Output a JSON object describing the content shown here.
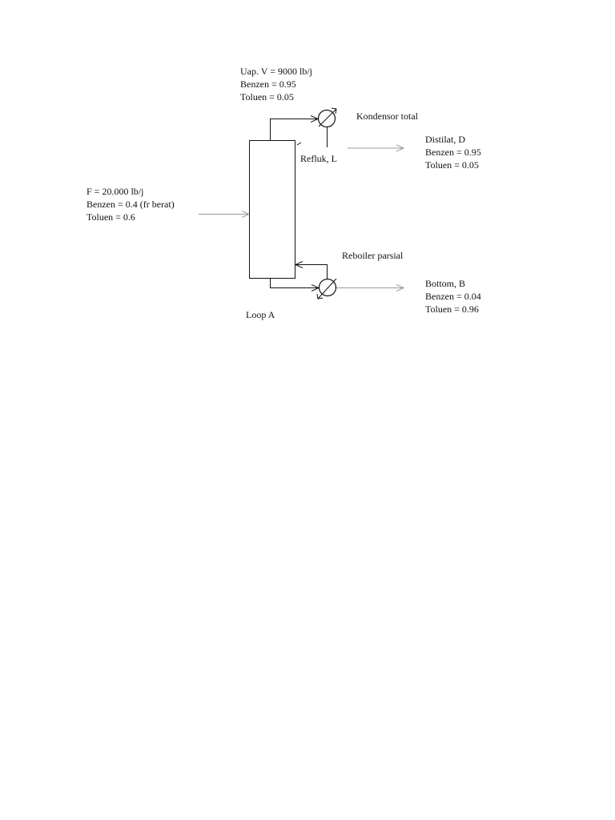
{
  "vapor_stream": {
    "flow": "Uap. V = 9000 lb/j",
    "benzene": "Benzen = 0.95",
    "toluene": "Toluen = 0.05"
  },
  "condenser": {
    "label": "Kondensor total"
  },
  "distillate_stream": {
    "name": "Distilat, D",
    "benzene": "Benzen = 0.95",
    "toluene": "Toluen = 0.05"
  },
  "reflux_stream": {
    "label": "Refluk, L"
  },
  "feed_stream": {
    "flow": "F = 20.000 lb/j",
    "benzene": "Benzen = 0.4 (fr berat)",
    "toluene": "Toluen = 0.6"
  },
  "reboiler": {
    "label": "Reboiler parsial"
  },
  "bottom_stream": {
    "name": "Bottom, B",
    "benzene": "Benzen = 0.04",
    "toluene": "Toluen = 0.96"
  },
  "loop": {
    "label": "Loop A"
  },
  "colors": {
    "line": "#111111",
    "arrow_light": "#9a9a9a",
    "background": "#ffffff"
  }
}
